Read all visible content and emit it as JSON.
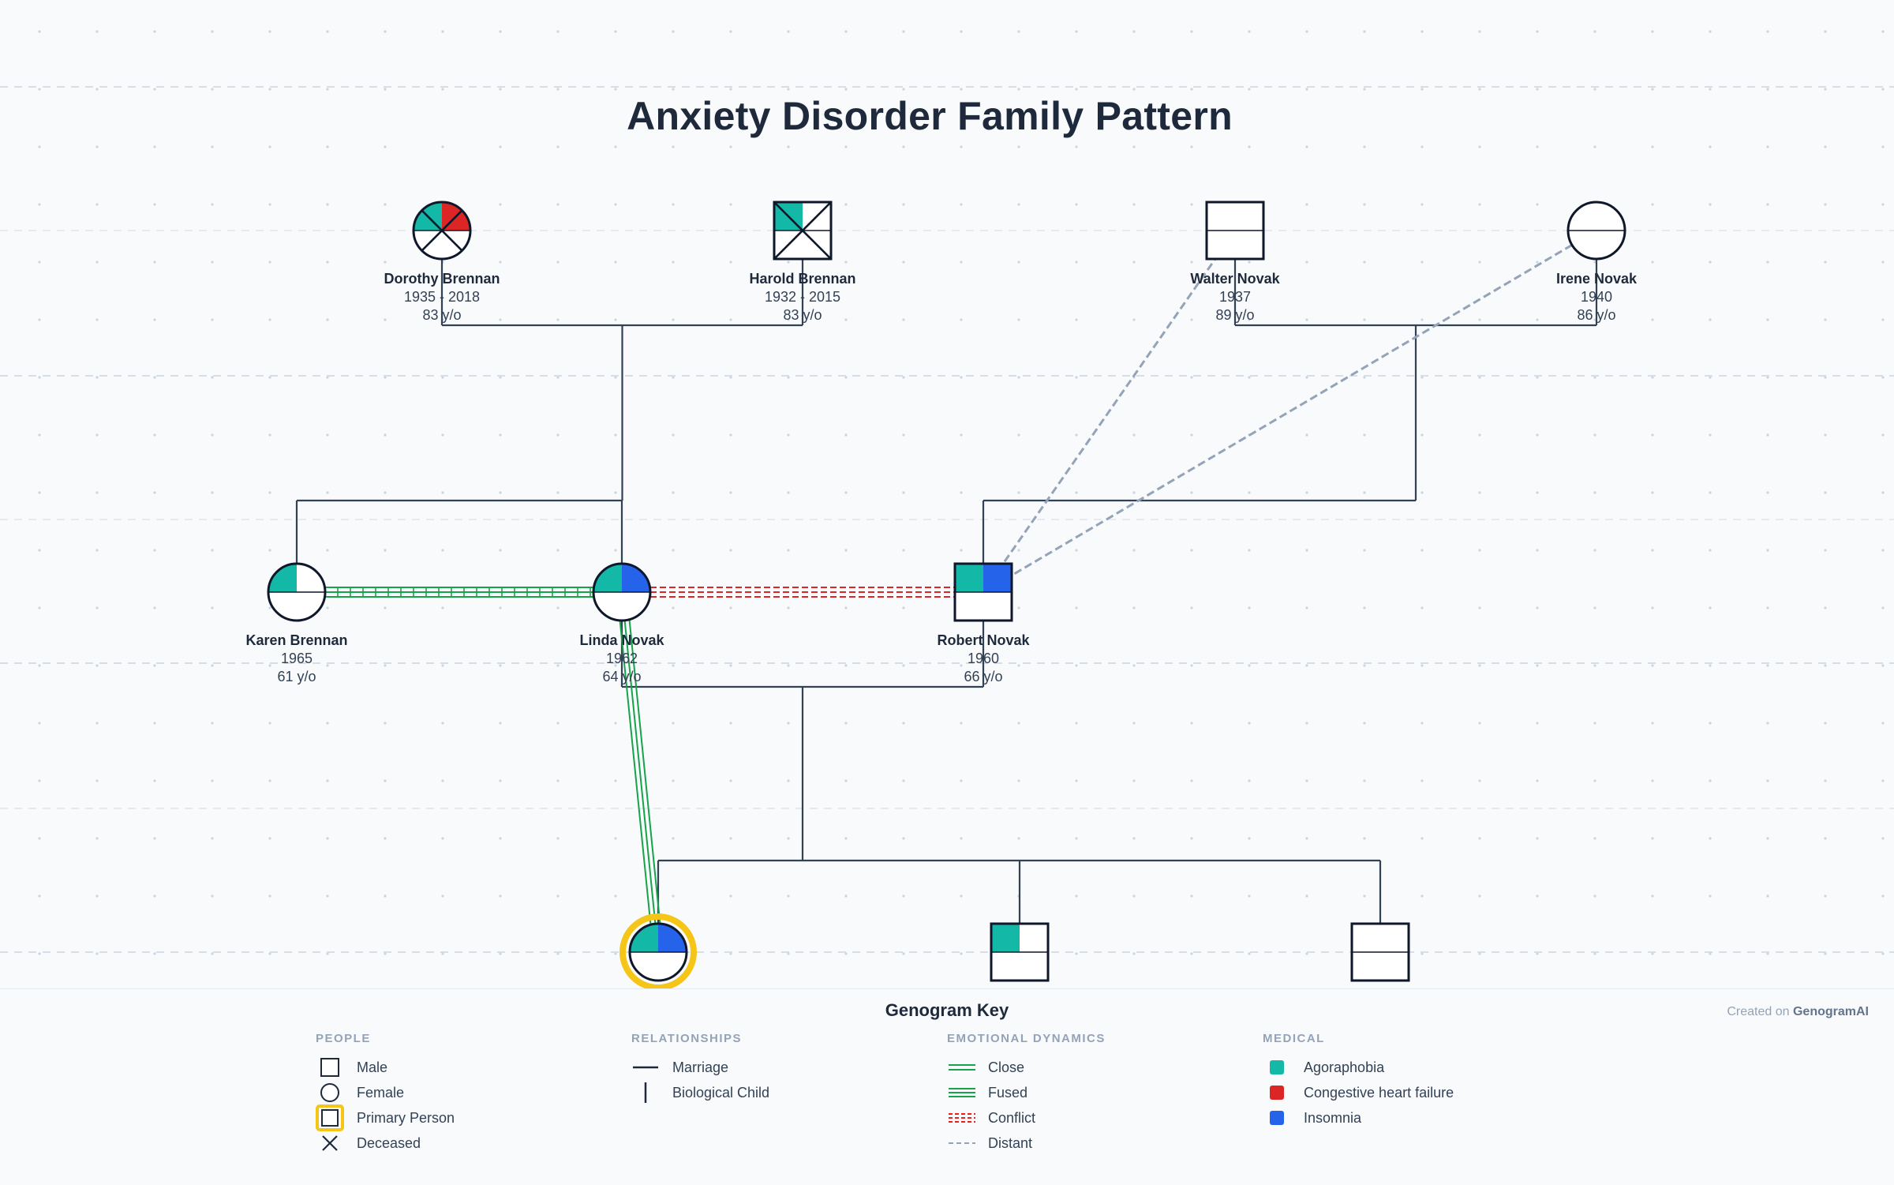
{
  "title": "Anxiety Disorder Family Pattern",
  "colors": {
    "agoraphobia": "#14b8a6",
    "chf": "#dc2626",
    "insomnia": "#2563eb",
    "primary_ring": "#f5c518",
    "line": "#334155",
    "close": "#16a34a",
    "conflict": "#dc2626",
    "distant": "#94a3b8"
  },
  "people": [
    {
      "id": "dorothy",
      "name": "Dorothy Brennan",
      "years": "1935 - 2018",
      "age": "83 y/o",
      "sex": "female",
      "deceased": true,
      "conditions": [
        "agoraphobia",
        "chf"
      ]
    },
    {
      "id": "harold",
      "name": "Harold Brennan",
      "years": "1932 - 2015",
      "age": "83 y/o",
      "sex": "male",
      "deceased": true,
      "conditions": [
        "agoraphobia"
      ]
    },
    {
      "id": "walter",
      "name": "Walter Novak",
      "years": "1937",
      "age": "89 y/o",
      "sex": "male",
      "deceased": false,
      "conditions": []
    },
    {
      "id": "irene",
      "name": "Irene Novak",
      "years": "1940",
      "age": "86 y/o",
      "sex": "female",
      "deceased": false,
      "conditions": []
    },
    {
      "id": "karen",
      "name": "Karen Brennan",
      "years": "1965",
      "age": "61 y/o",
      "sex": "female",
      "deceased": false,
      "conditions": [
        "agoraphobia"
      ]
    },
    {
      "id": "linda",
      "name": "Linda Novak",
      "years": "1962",
      "age": "64 y/o",
      "sex": "female",
      "deceased": false,
      "conditions": [
        "agoraphobia",
        "insomnia"
      ]
    },
    {
      "id": "robert",
      "name": "Robert Novak",
      "years": "1960",
      "age": "66 y/o",
      "sex": "male",
      "deceased": false,
      "conditions": [
        "agoraphobia",
        "insomnia"
      ]
    },
    {
      "id": "child1",
      "name": "",
      "years": "",
      "age": "",
      "sex": "female",
      "deceased": false,
      "primary": true,
      "conditions": [
        "agoraphobia",
        "insomnia"
      ]
    },
    {
      "id": "child2",
      "name": "",
      "years": "",
      "age": "",
      "sex": "male",
      "deceased": false,
      "conditions": [
        "agoraphobia"
      ]
    },
    {
      "id": "child3",
      "name": "",
      "years": "",
      "age": "",
      "sex": "male",
      "deceased": false,
      "conditions": []
    }
  ],
  "marriages": [
    {
      "a": "dorothy",
      "b": "harold",
      "children": [
        "karen",
        "linda"
      ]
    },
    {
      "a": "walter",
      "b": "irene",
      "children": [
        "robert"
      ]
    },
    {
      "a": "linda",
      "b": "robert",
      "children": [
        "child1",
        "child2",
        "child3"
      ]
    }
  ],
  "emotional": [
    {
      "from": "karen",
      "to": "linda",
      "type": "fused"
    },
    {
      "from": "linda",
      "to": "robert",
      "type": "conflict"
    },
    {
      "from": "linda",
      "to": "child1",
      "type": "fused"
    },
    {
      "from": "walter",
      "to": "robert",
      "type": "distant"
    },
    {
      "from": "irene",
      "to": "robert",
      "type": "distant"
    }
  ],
  "key": {
    "title": "Genogram Key",
    "credit_prefix": "Created on",
    "credit_brand": "GenogramAI",
    "people": {
      "heading": "PEOPLE",
      "male": "Male",
      "female": "Female",
      "primary": "Primary Person",
      "deceased": "Deceased"
    },
    "relationships": {
      "heading": "RELATIONSHIPS",
      "marriage": "Marriage",
      "child": "Biological Child"
    },
    "emotional": {
      "heading": "EMOTIONAL DYNAMICS",
      "close": "Close",
      "fused": "Fused",
      "conflict": "Conflict",
      "distant": "Distant"
    },
    "medical": {
      "heading": "MEDICAL",
      "agoraphobia": "Agoraphobia",
      "chf": "Congestive heart failure",
      "insomnia": "Insomnia"
    }
  }
}
